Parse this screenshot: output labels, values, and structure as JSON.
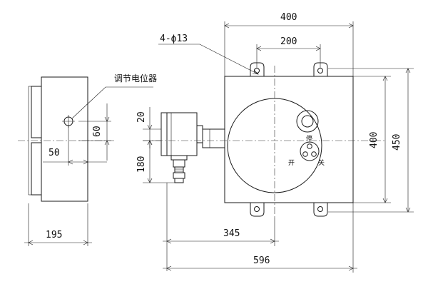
{
  "dimensions": {
    "width_400": "400",
    "width_200": "200",
    "holes": "4-ϕ13",
    "height_400": "400",
    "height_450": "450",
    "offset_20": "20",
    "offset_60": "60",
    "offset_50": "50",
    "height_180": "180",
    "depth_195": "195",
    "offset_345": "345",
    "overall_596": "596"
  },
  "labels": {
    "potentiometer": "调节电位器",
    "stop": "停",
    "open": "开",
    "close": "关"
  }
}
